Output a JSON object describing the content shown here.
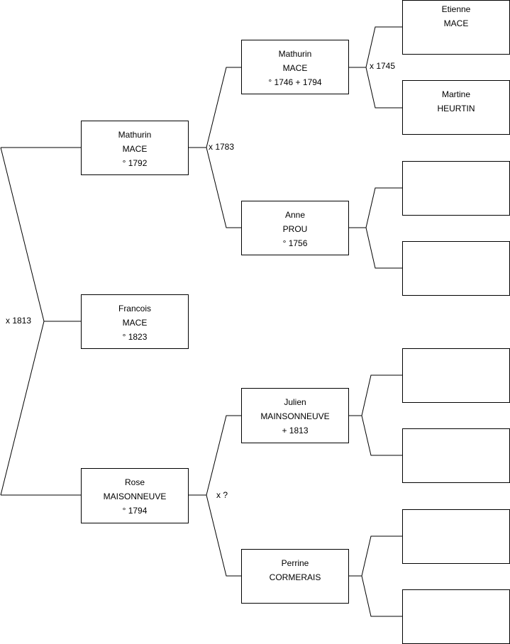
{
  "tree": {
    "root": {
      "first": "Francois",
      "last": "MACE",
      "info": "° 1823"
    },
    "parents_marriage": "x 1813",
    "father": {
      "first": "Mathurin",
      "last": "MACE",
      "info": "° 1792"
    },
    "mother": {
      "first": "Rose",
      "last": "MAISONNEUVE",
      "info": "° 1794"
    },
    "paternal_marriage": "x 1783",
    "maternal_marriage": "x ?",
    "pgf": {
      "first": "Mathurin",
      "last": "MACE",
      "info": "° 1746 + 1794"
    },
    "pgm": {
      "first": "Anne",
      "last": "PROU",
      "info": "° 1756"
    },
    "mgf": {
      "first": "Julien",
      "last": "MAINSONNEUVE",
      "info": "+ 1813"
    },
    "mgm": {
      "first": "Perrine",
      "last": "CORMERAIS",
      "info": ""
    },
    "pgf_marriage": "x 1745",
    "pgf_father": {
      "first": "Etienne",
      "last": "MACE"
    },
    "pgf_mother": {
      "first": "Martine",
      "last": "HEURTIN"
    }
  }
}
